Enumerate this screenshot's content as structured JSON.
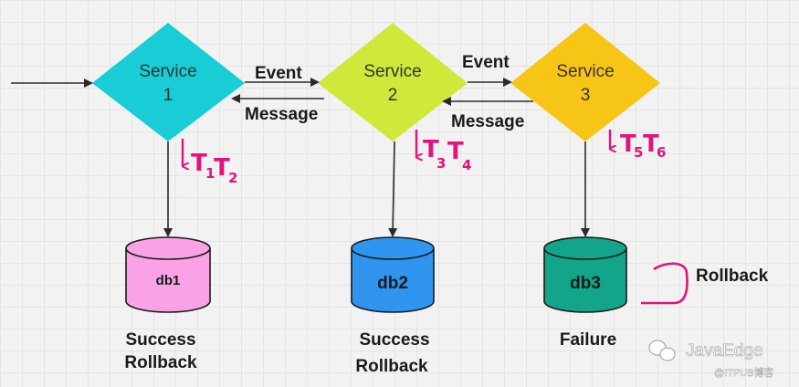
{
  "services": [
    {
      "name": "Service",
      "number": "1",
      "color": "#18cdd6"
    },
    {
      "name": "Service",
      "number": "2",
      "color": "#cfe83a"
    },
    {
      "name": "Service",
      "number": "3",
      "color": "#f7c515"
    }
  ],
  "edges": {
    "event_1_2": "Event",
    "message_2_1": "Message",
    "event_2_3": "Event",
    "message_3_2": "Message"
  },
  "transactions": [
    {
      "letter": "T",
      "sub_a": "1",
      "sub_b": "2"
    },
    {
      "letter": "T",
      "sub_a": "3",
      "sub_b": "4"
    },
    {
      "letter": "T",
      "sub_a": "5",
      "sub_b": "6"
    }
  ],
  "databases": [
    {
      "label": "db1",
      "color": "#f9a3e6",
      "status_line1": "Success",
      "status_line2": "Rollback"
    },
    {
      "label": "db2",
      "color": "#2f95ef",
      "status_line1": "Success",
      "status_line2": "Rollback"
    },
    {
      "label": "db3",
      "color": "#13a589",
      "status_line1": "Failure",
      "status_line2": ""
    }
  ],
  "rollback_label": "Rollback",
  "watermark": {
    "brand": "JavaEdge",
    "site": "@ITPUB博客"
  },
  "colors": {
    "line": "#2a2a2a",
    "annotation": "#e0147a"
  }
}
